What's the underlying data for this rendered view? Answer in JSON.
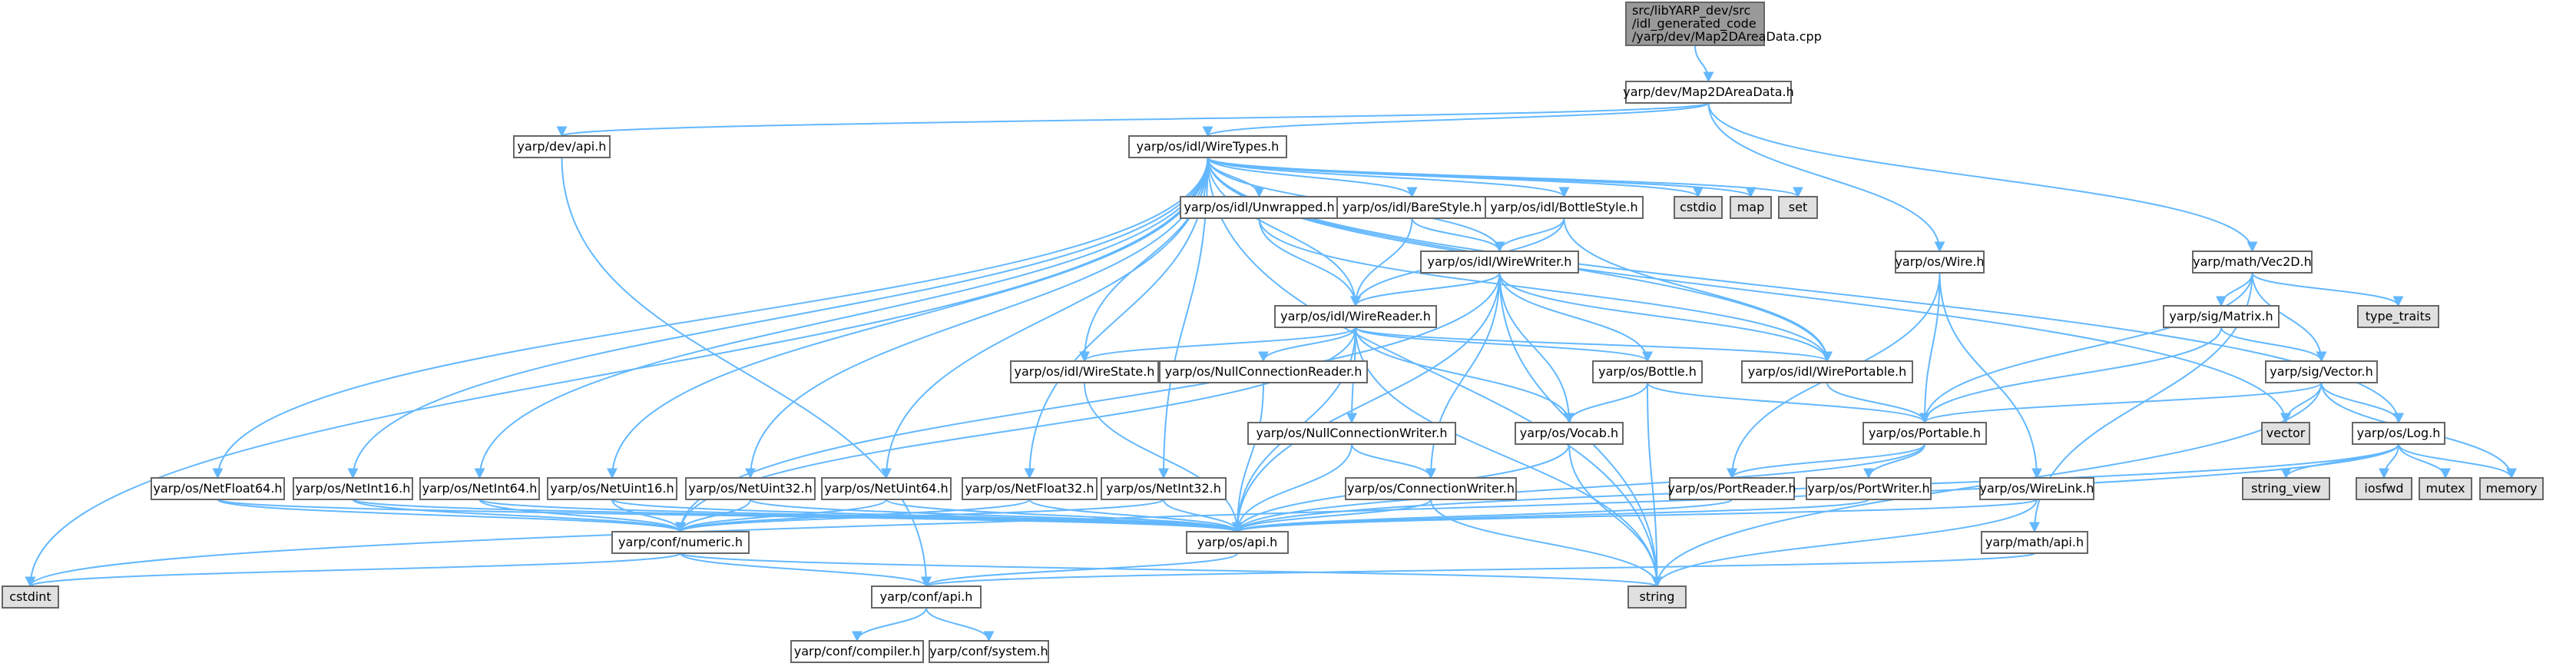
{
  "colors": {
    "edge": "#63b8ff",
    "node_fill": "#ffffff",
    "node_stroke": "#666666",
    "root_fill": "#999999",
    "root_stroke": "#666666",
    "external_fill": "#e0e0e0",
    "external_stroke": "#999999",
    "truncated_stroke": "#ff0000",
    "text": "#000000"
  },
  "nodes": [
    {
      "id": "root",
      "lines": [
        "src/libYARP_dev/src",
        "/idl_generated_code",
        "/yarp/dev/Map2DAreaData.cpp"
      ],
      "kind": "root"
    },
    {
      "id": "map2d",
      "lines": [
        "yarp/dev/Map2DAreaData.h"
      ],
      "kind": "normal"
    },
    {
      "id": "devapi",
      "lines": [
        "yarp/dev/api.h"
      ],
      "kind": "normal"
    },
    {
      "id": "wiretypes",
      "lines": [
        "yarp/os/idl/WireTypes.h"
      ],
      "kind": "normal"
    },
    {
      "id": "unwrapped",
      "lines": [
        "yarp/os/idl/Unwrapped.h"
      ],
      "kind": "normal"
    },
    {
      "id": "barestyle",
      "lines": [
        "yarp/os/idl/BareStyle.h"
      ],
      "kind": "normal"
    },
    {
      "id": "bottlestyle",
      "lines": [
        "yarp/os/idl/BottleStyle.h"
      ],
      "kind": "normal"
    },
    {
      "id": "cstdio",
      "lines": [
        "cstdio"
      ],
      "kind": "external"
    },
    {
      "id": "map",
      "lines": [
        "map"
      ],
      "kind": "external"
    },
    {
      "id": "set",
      "lines": [
        "set"
      ],
      "kind": "external"
    },
    {
      "id": "wirewriter",
      "lines": [
        "yarp/os/idl/WireWriter.h"
      ],
      "kind": "normal"
    },
    {
      "id": "wire",
      "lines": [
        "yarp/os/Wire.h"
      ],
      "kind": "normal"
    },
    {
      "id": "vec2d",
      "lines": [
        "yarp/math/Vec2D.h"
      ],
      "kind": "normal"
    },
    {
      "id": "typetraits",
      "lines": [
        "type_traits"
      ],
      "kind": "external"
    },
    {
      "id": "sigmatrix",
      "lines": [
        "yarp/sig/Matrix.h"
      ],
      "kind": "truncated"
    },
    {
      "id": "wirereader",
      "lines": [
        "yarp/os/idl/WireReader.h"
      ],
      "kind": "normal"
    },
    {
      "id": "wirestate",
      "lines": [
        "yarp/os/idl/WireState.h"
      ],
      "kind": "normal"
    },
    {
      "id": "nullconnreader",
      "lines": [
        "yarp/os/NullConnectionReader.h"
      ],
      "kind": "truncated"
    },
    {
      "id": "bottle",
      "lines": [
        "yarp/os/Bottle.h"
      ],
      "kind": "truncated"
    },
    {
      "id": "wireportable",
      "lines": [
        "yarp/os/idl/WirePortable.h"
      ],
      "kind": "normal"
    },
    {
      "id": "sigvector",
      "lines": [
        "yarp/sig/Vector.h"
      ],
      "kind": "truncated"
    },
    {
      "id": "nullconnwriter",
      "lines": [
        "yarp/os/NullConnectionWriter.h"
      ],
      "kind": "normal"
    },
    {
      "id": "vocab",
      "lines": [
        "yarp/os/Vocab.h"
      ],
      "kind": "normal"
    },
    {
      "id": "portable",
      "lines": [
        "yarp/os/Portable.h"
      ],
      "kind": "normal"
    },
    {
      "id": "vector",
      "lines": [
        "vector"
      ],
      "kind": "external"
    },
    {
      "id": "oslog",
      "lines": [
        "yarp/os/Log.h"
      ],
      "kind": "normal"
    },
    {
      "id": "netfloat64",
      "lines": [
        "yarp/os/NetFloat64.h"
      ],
      "kind": "normal"
    },
    {
      "id": "netint16",
      "lines": [
        "yarp/os/NetInt16.h"
      ],
      "kind": "normal"
    },
    {
      "id": "netint64",
      "lines": [
        "yarp/os/NetInt64.h"
      ],
      "kind": "normal"
    },
    {
      "id": "netuint16",
      "lines": [
        "yarp/os/NetUint16.h"
      ],
      "kind": "normal"
    },
    {
      "id": "netuint32",
      "lines": [
        "yarp/os/NetUint32.h"
      ],
      "kind": "normal"
    },
    {
      "id": "netuint64",
      "lines": [
        "yarp/os/NetUint64.h"
      ],
      "kind": "normal"
    },
    {
      "id": "netfloat32",
      "lines": [
        "yarp/os/NetFloat32.h"
      ],
      "kind": "normal"
    },
    {
      "id": "netint32",
      "lines": [
        "yarp/os/NetInt32.h"
      ],
      "kind": "normal"
    },
    {
      "id": "connwriter",
      "lines": [
        "yarp/os/ConnectionWriter.h"
      ],
      "kind": "normal"
    },
    {
      "id": "portreader",
      "lines": [
        "yarp/os/PortReader.h"
      ],
      "kind": "normal"
    },
    {
      "id": "portwriter",
      "lines": [
        "yarp/os/PortWriter.h"
      ],
      "kind": "normal"
    },
    {
      "id": "wirelink",
      "lines": [
        "yarp/os/WireLink.h"
      ],
      "kind": "normal"
    },
    {
      "id": "stringview",
      "lines": [
        "string_view"
      ],
      "kind": "external"
    },
    {
      "id": "iosfwd",
      "lines": [
        "iosfwd"
      ],
      "kind": "external"
    },
    {
      "id": "mutex",
      "lines": [
        "mutex"
      ],
      "kind": "external"
    },
    {
      "id": "memory",
      "lines": [
        "memory"
      ],
      "kind": "external"
    },
    {
      "id": "confnumeric",
      "lines": [
        "yarp/conf/numeric.h"
      ],
      "kind": "truncated"
    },
    {
      "id": "osapi",
      "lines": [
        "yarp/os/api.h"
      ],
      "kind": "normal"
    },
    {
      "id": "mathapi",
      "lines": [
        "yarp/math/api.h"
      ],
      "kind": "normal"
    },
    {
      "id": "cstdint",
      "lines": [
        "cstdint"
      ],
      "kind": "external"
    },
    {
      "id": "string",
      "lines": [
        "string"
      ],
      "kind": "external"
    },
    {
      "id": "confapi",
      "lines": [
        "yarp/conf/api.h"
      ],
      "kind": "normal"
    },
    {
      "id": "confcompiler",
      "lines": [
        "yarp/conf/compiler.h"
      ],
      "kind": "normal"
    },
    {
      "id": "confsystem",
      "lines": [
        "yarp/conf/system.h"
      ],
      "kind": "normal"
    }
  ],
  "edges": [
    [
      "root",
      "map2d"
    ],
    [
      "map2d",
      "devapi"
    ],
    [
      "map2d",
      "wiretypes"
    ],
    [
      "map2d",
      "wire"
    ],
    [
      "map2d",
      "vec2d"
    ],
    [
      "devapi",
      "confapi"
    ],
    [
      "wiretypes",
      "unwrapped"
    ],
    [
      "wiretypes",
      "barestyle"
    ],
    [
      "wiretypes",
      "bottlestyle"
    ],
    [
      "wiretypes",
      "cstdio"
    ],
    [
      "wiretypes",
      "map"
    ],
    [
      "wiretypes",
      "set"
    ],
    [
      "wiretypes",
      "wirewriter"
    ],
    [
      "wiretypes",
      "wirereader"
    ],
    [
      "wiretypes",
      "wirestate"
    ],
    [
      "wiretypes",
      "wireportable"
    ],
    [
      "wiretypes",
      "oslog"
    ],
    [
      "wiretypes",
      "vector"
    ],
    [
      "wiretypes",
      "string"
    ],
    [
      "wiretypes",
      "cstdint"
    ],
    [
      "wiretypes",
      "netfloat64"
    ],
    [
      "wiretypes",
      "netint16"
    ],
    [
      "wiretypes",
      "netint64"
    ],
    [
      "wiretypes",
      "netuint16"
    ],
    [
      "wiretypes",
      "netuint32"
    ],
    [
      "wiretypes",
      "netuint64"
    ],
    [
      "wiretypes",
      "netfloat32"
    ],
    [
      "wiretypes",
      "netint32"
    ],
    [
      "unwrapped",
      "wirereader"
    ],
    [
      "unwrapped",
      "wireportable"
    ],
    [
      "barestyle",
      "wirereader"
    ],
    [
      "barestyle",
      "wirewriter"
    ],
    [
      "bottlestyle",
      "wirereader"
    ],
    [
      "bottlestyle",
      "wirewriter"
    ],
    [
      "bottlestyle",
      "wireportable"
    ],
    [
      "wirewriter",
      "wirereader"
    ],
    [
      "wirewriter",
      "bottle"
    ],
    [
      "wirewriter",
      "vocab"
    ],
    [
      "wirewriter",
      "connwriter"
    ],
    [
      "wirewriter",
      "wireportable"
    ],
    [
      "wirewriter",
      "osapi"
    ],
    [
      "wirewriter",
      "confnumeric"
    ],
    [
      "wirewriter",
      "string"
    ],
    [
      "wire",
      "portable"
    ],
    [
      "wire",
      "wirelink"
    ],
    [
      "wire",
      "portreader"
    ],
    [
      "vec2d",
      "typetraits"
    ],
    [
      "vec2d",
      "sigmatrix"
    ],
    [
      "vec2d",
      "sigvector"
    ],
    [
      "vec2d",
      "portable"
    ],
    [
      "vec2d",
      "mathapi"
    ],
    [
      "sigmatrix",
      "sigvector"
    ],
    [
      "sigmatrix",
      "portable"
    ],
    [
      "wirereader",
      "wirestate"
    ],
    [
      "wirereader",
      "nullconnreader"
    ],
    [
      "wirereader",
      "bottle"
    ],
    [
      "wirereader",
      "wireportable"
    ],
    [
      "wirereader",
      "nullconnwriter"
    ],
    [
      "wirereader",
      "vocab"
    ],
    [
      "wirereader",
      "confnumeric"
    ],
    [
      "wirereader",
      "string"
    ],
    [
      "wirereader",
      "osapi"
    ],
    [
      "wirestate",
      "osapi"
    ],
    [
      "nullconnreader",
      "osapi"
    ],
    [
      "bottle",
      "vocab"
    ],
    [
      "bottle",
      "portable"
    ],
    [
      "bottle",
      "string"
    ],
    [
      "wireportable",
      "portable"
    ],
    [
      "sigvector",
      "vector"
    ],
    [
      "sigvector",
      "oslog"
    ],
    [
      "sigvector",
      "portable"
    ],
    [
      "sigvector",
      "memory"
    ],
    [
      "sigvector",
      "string"
    ],
    [
      "nullconnwriter",
      "connwriter"
    ],
    [
      "nullconnwriter",
      "osapi"
    ],
    [
      "vocab",
      "osapi"
    ],
    [
      "vocab",
      "string"
    ],
    [
      "portable",
      "portreader"
    ],
    [
      "portable",
      "portwriter"
    ],
    [
      "portable",
      "osapi"
    ],
    [
      "oslog",
      "stringview"
    ],
    [
      "oslog",
      "iosfwd"
    ],
    [
      "oslog",
      "mutex"
    ],
    [
      "oslog",
      "memory"
    ],
    [
      "oslog",
      "osapi"
    ],
    [
      "oslog",
      "cstdint"
    ],
    [
      "netfloat64",
      "confnumeric"
    ],
    [
      "netfloat64",
      "osapi"
    ],
    [
      "netint16",
      "confnumeric"
    ],
    [
      "netint16",
      "osapi"
    ],
    [
      "netint64",
      "confnumeric"
    ],
    [
      "netint64",
      "osapi"
    ],
    [
      "netuint16",
      "confnumeric"
    ],
    [
      "netuint16",
      "osapi"
    ],
    [
      "netuint32",
      "confnumeric"
    ],
    [
      "netuint32",
      "osapi"
    ],
    [
      "netuint64",
      "confnumeric"
    ],
    [
      "netuint64",
      "osapi"
    ],
    [
      "netfloat32",
      "confnumeric"
    ],
    [
      "netfloat32",
      "osapi"
    ],
    [
      "netint32",
      "confnumeric"
    ],
    [
      "netint32",
      "osapi"
    ],
    [
      "connwriter",
      "osapi"
    ],
    [
      "connwriter",
      "string"
    ],
    [
      "portreader",
      "osapi"
    ],
    [
      "portwriter",
      "osapi"
    ],
    [
      "wirelink",
      "osapi"
    ],
    [
      "wirelink",
      "string"
    ],
    [
      "confnumeric",
      "cstdint"
    ],
    [
      "confnumeric",
      "confapi"
    ],
    [
      "confnumeric",
      "string"
    ],
    [
      "osapi",
      "confapi"
    ],
    [
      "mathapi",
      "confapi"
    ],
    [
      "confapi",
      "confcompiler"
    ],
    [
      "confapi",
      "confsystem"
    ]
  ]
}
